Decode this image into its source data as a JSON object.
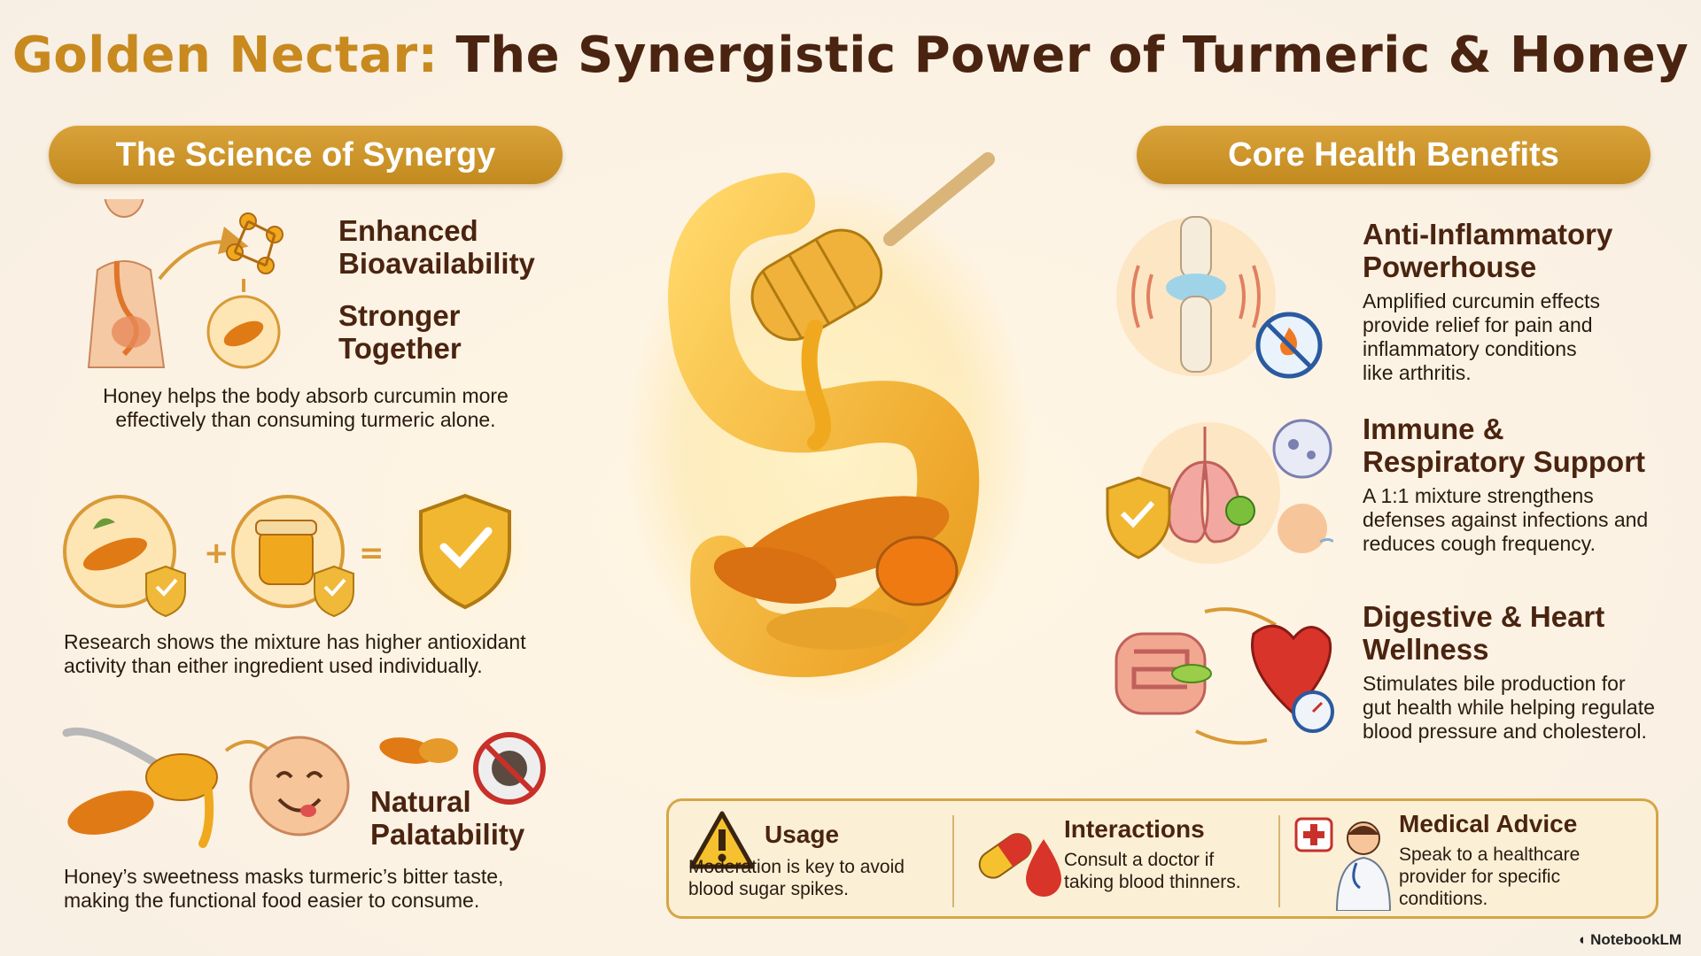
{
  "title": {
    "accent": "Golden Nectar:",
    "rest": "The Synergistic Power of Turmeric & Honey"
  },
  "left_section": {
    "header": "The Science of Synergy",
    "block1": {
      "heading1": [
        "Enhanced",
        "Bioavailability"
      ],
      "heading2": [
        "Stronger",
        "Together"
      ],
      "text": [
        "Honey helps the body absorb curcumin more",
        "effectively than consuming turmeric alone."
      ]
    },
    "block2": {
      "text": [
        "Research shows the mixture has higher antioxidant",
        "activity than either ingredient used individually."
      ]
    },
    "block3": {
      "heading": [
        "Natural",
        "Palatability"
      ],
      "text": [
        "Honey’s sweetness masks turmeric’s bitter taste,",
        "making the functional food easier to consume."
      ]
    }
  },
  "right_section": {
    "header": "Core Health Benefits",
    "benefits": [
      {
        "heading": [
          "Anti-Inflammatory",
          "Powerhouse"
        ],
        "text": [
          "Amplified curcumin effects",
          "provide relief for pain and",
          "inflammatory conditions",
          "like arthritis."
        ]
      },
      {
        "heading": [
          "Immune &",
          "Respiratory Support"
        ],
        "text": [
          "A 1:1 mixture strengthens",
          "defenses against infections and",
          "reduces cough frequency."
        ]
      },
      {
        "heading": [
          "Digestive & Heart",
          "Wellness"
        ],
        "text": [
          "Stimulates bile production for",
          "gut health while helping regulate",
          "blood pressure and cholesterol."
        ]
      }
    ]
  },
  "info_bar": [
    {
      "title": "Usage",
      "text": [
        "Moderation is key to avoid",
        "blood sugar spikes."
      ]
    },
    {
      "title": "Interactions",
      "text": [
        "Consult a doctor if",
        "taking blood thinners."
      ]
    },
    {
      "title": "Medical Advice",
      "text": [
        "Speak to a healthcare",
        "provider for specific",
        "conditions."
      ]
    }
  ],
  "brand": "NotebookLM",
  "colors": {
    "gold": "#c8891f",
    "brown": "#4a2410",
    "honey": "#f0a91e",
    "turmeric": "#e07a14"
  }
}
